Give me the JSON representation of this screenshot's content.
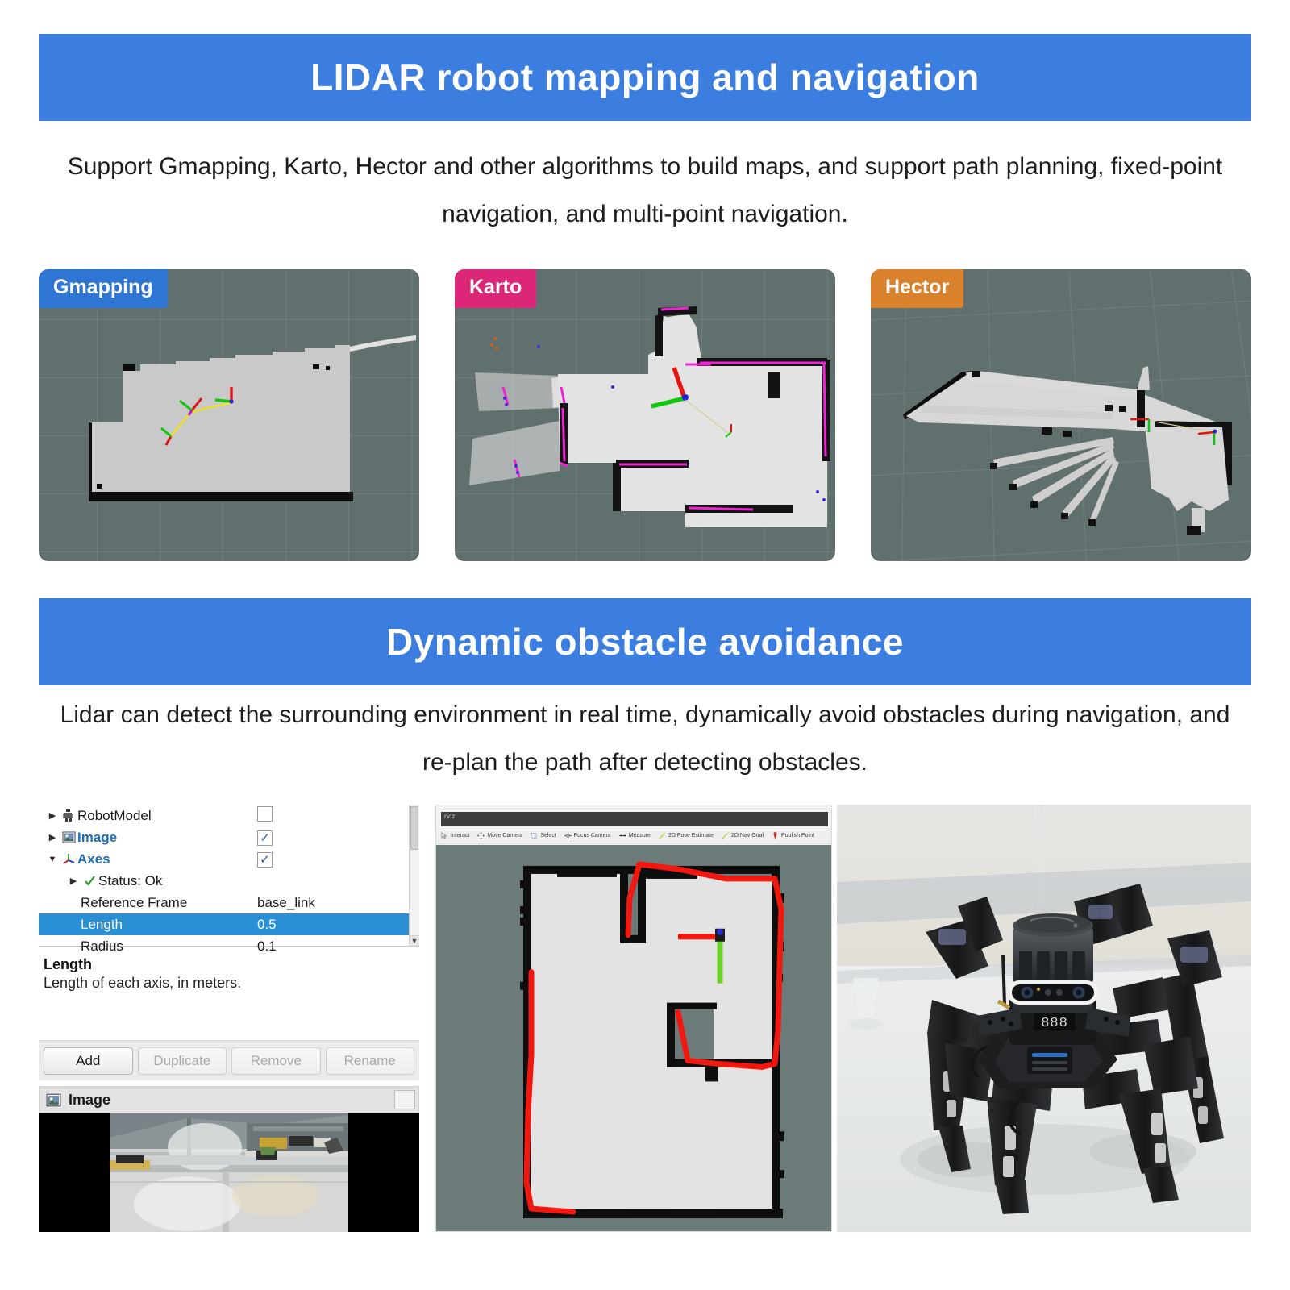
{
  "sections": [
    {
      "banner_title": "LIDAR robot mapping and navigation",
      "description": "Support Gmapping, Karto, Hector and other algorithms to build maps, and support path planning, fixed-point navigation, and multi-point navigation.",
      "banner_color": "#3b7ee0"
    },
    {
      "banner_title": "Dynamic obstacle avoidance",
      "description": "Lidar can detect the surrounding environment in real time, dynamically avoid obstacles during navigation, and re-plan the path after detecting obstacles.",
      "banner_color": "#3b7ee0"
    }
  ],
  "map_panels": [
    {
      "badge_label": "Gmapping",
      "badge_color": "#2f76d4",
      "background_color": "#60706e"
    },
    {
      "badge_label": "Karto",
      "badge_color": "#dc2779",
      "background_color": "#60706e"
    },
    {
      "badge_label": "Hector",
      "badge_color": "#da812c",
      "background_color": "#5d6e6c"
    }
  ],
  "rviz": {
    "tree": [
      {
        "label": "RobotModel",
        "value": "",
        "checkbox": "unchecked",
        "icon": "robot-model-icon",
        "expander": "collapsed",
        "style": "plain",
        "selected": false,
        "depth": 0
      },
      {
        "label": "Image",
        "value": "",
        "checkbox": "checked",
        "icon": "image-icon",
        "expander": "collapsed",
        "style": "bold-blue",
        "selected": false,
        "depth": 0
      },
      {
        "label": "Axes",
        "value": "",
        "checkbox": "checked",
        "icon": "axes-icon",
        "expander": "expanded",
        "style": "bold-blue",
        "selected": false,
        "depth": 0
      },
      {
        "label": "Status: Ok",
        "value": "",
        "checkbox": "none",
        "icon": "check-icon",
        "expander": "collapsed",
        "style": "plain",
        "selected": false,
        "depth": 1
      },
      {
        "label": "Reference Frame",
        "value": "base_link",
        "checkbox": "none",
        "icon": "none",
        "expander": "none",
        "style": "plain",
        "selected": false,
        "depth": 1
      },
      {
        "label": "Length",
        "value": "0.5",
        "checkbox": "none",
        "icon": "none",
        "expander": "none",
        "style": "plain",
        "selected": true,
        "depth": 1
      },
      {
        "label": "Radius",
        "value": "0.1",
        "checkbox": "none",
        "icon": "none",
        "expander": "none",
        "style": "plain",
        "selected": false,
        "depth": 1
      }
    ],
    "help": {
      "title": "Length",
      "text": "Length of each axis, in meters."
    },
    "buttons": [
      {
        "label": "Add",
        "enabled": true
      },
      {
        "label": "Duplicate",
        "enabled": false
      },
      {
        "label": "Remove",
        "enabled": false
      },
      {
        "label": "Rename",
        "enabled": false
      }
    ],
    "image_dock": {
      "label": "Image",
      "icon": "image-icon"
    },
    "selection_color": "#2a8fd4"
  },
  "nav_window": {
    "title": "rviz",
    "toolbar": [
      {
        "label": "Interact",
        "icon": "interact-icon"
      },
      {
        "label": "Move Camera",
        "icon": "move-camera-icon"
      },
      {
        "label": "Select",
        "icon": "select-icon"
      },
      {
        "label": "Focus Camera",
        "icon": "focus-camera-icon"
      },
      {
        "label": "Measure",
        "icon": "measure-icon"
      },
      {
        "label": "2D Pose Estimate",
        "icon": "pose-estimate-icon"
      },
      {
        "label": "2D Nav Goal",
        "icon": "nav-goal-icon"
      },
      {
        "label": "Publish Point",
        "icon": "publish-point-icon"
      }
    ],
    "path_color": "#f2180f",
    "background_color": "#6b7b79",
    "occupied_color": "#111111",
    "free_color": "#e2e2e2"
  },
  "robot_photo": {
    "alt": "black hexapod robot with LIDAR and depth camera",
    "display_text": "888"
  }
}
